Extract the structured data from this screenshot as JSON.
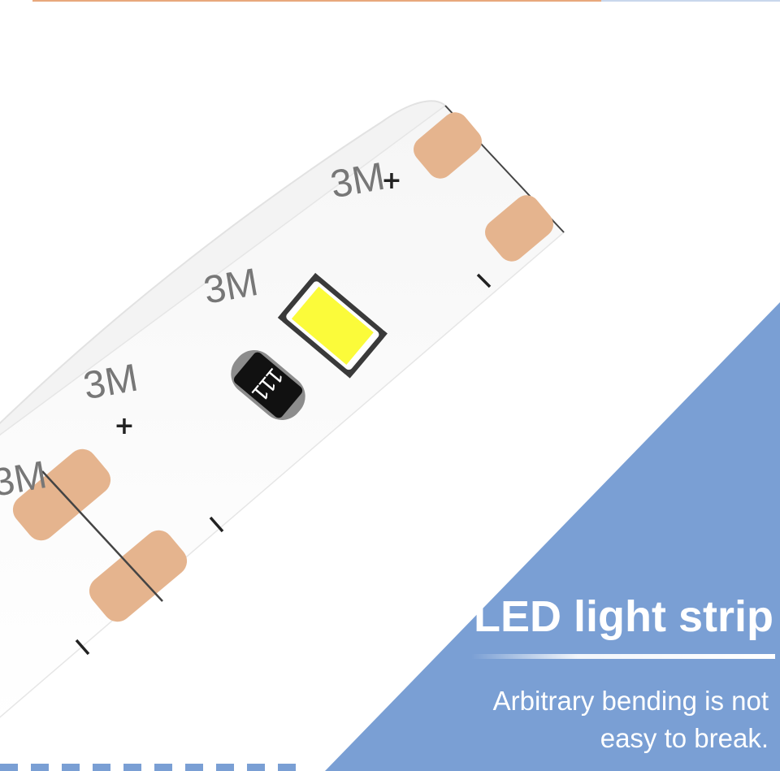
{
  "hero": {
    "title": "LED light strip",
    "subtitle_line1": "Arbitrary bending is not",
    "subtitle_line2": "easy to break."
  },
  "strip_print": {
    "brand_mark": "3M",
    "resistor_code": "111",
    "plus_sign": "+",
    "minus_sign": "—"
  },
  "colors": {
    "accent_blue": "#7a9fd4",
    "pad_copper": "#e5b48e",
    "led_yellow": "#fbfb3a",
    "top_rule": "#e8a87c"
  }
}
